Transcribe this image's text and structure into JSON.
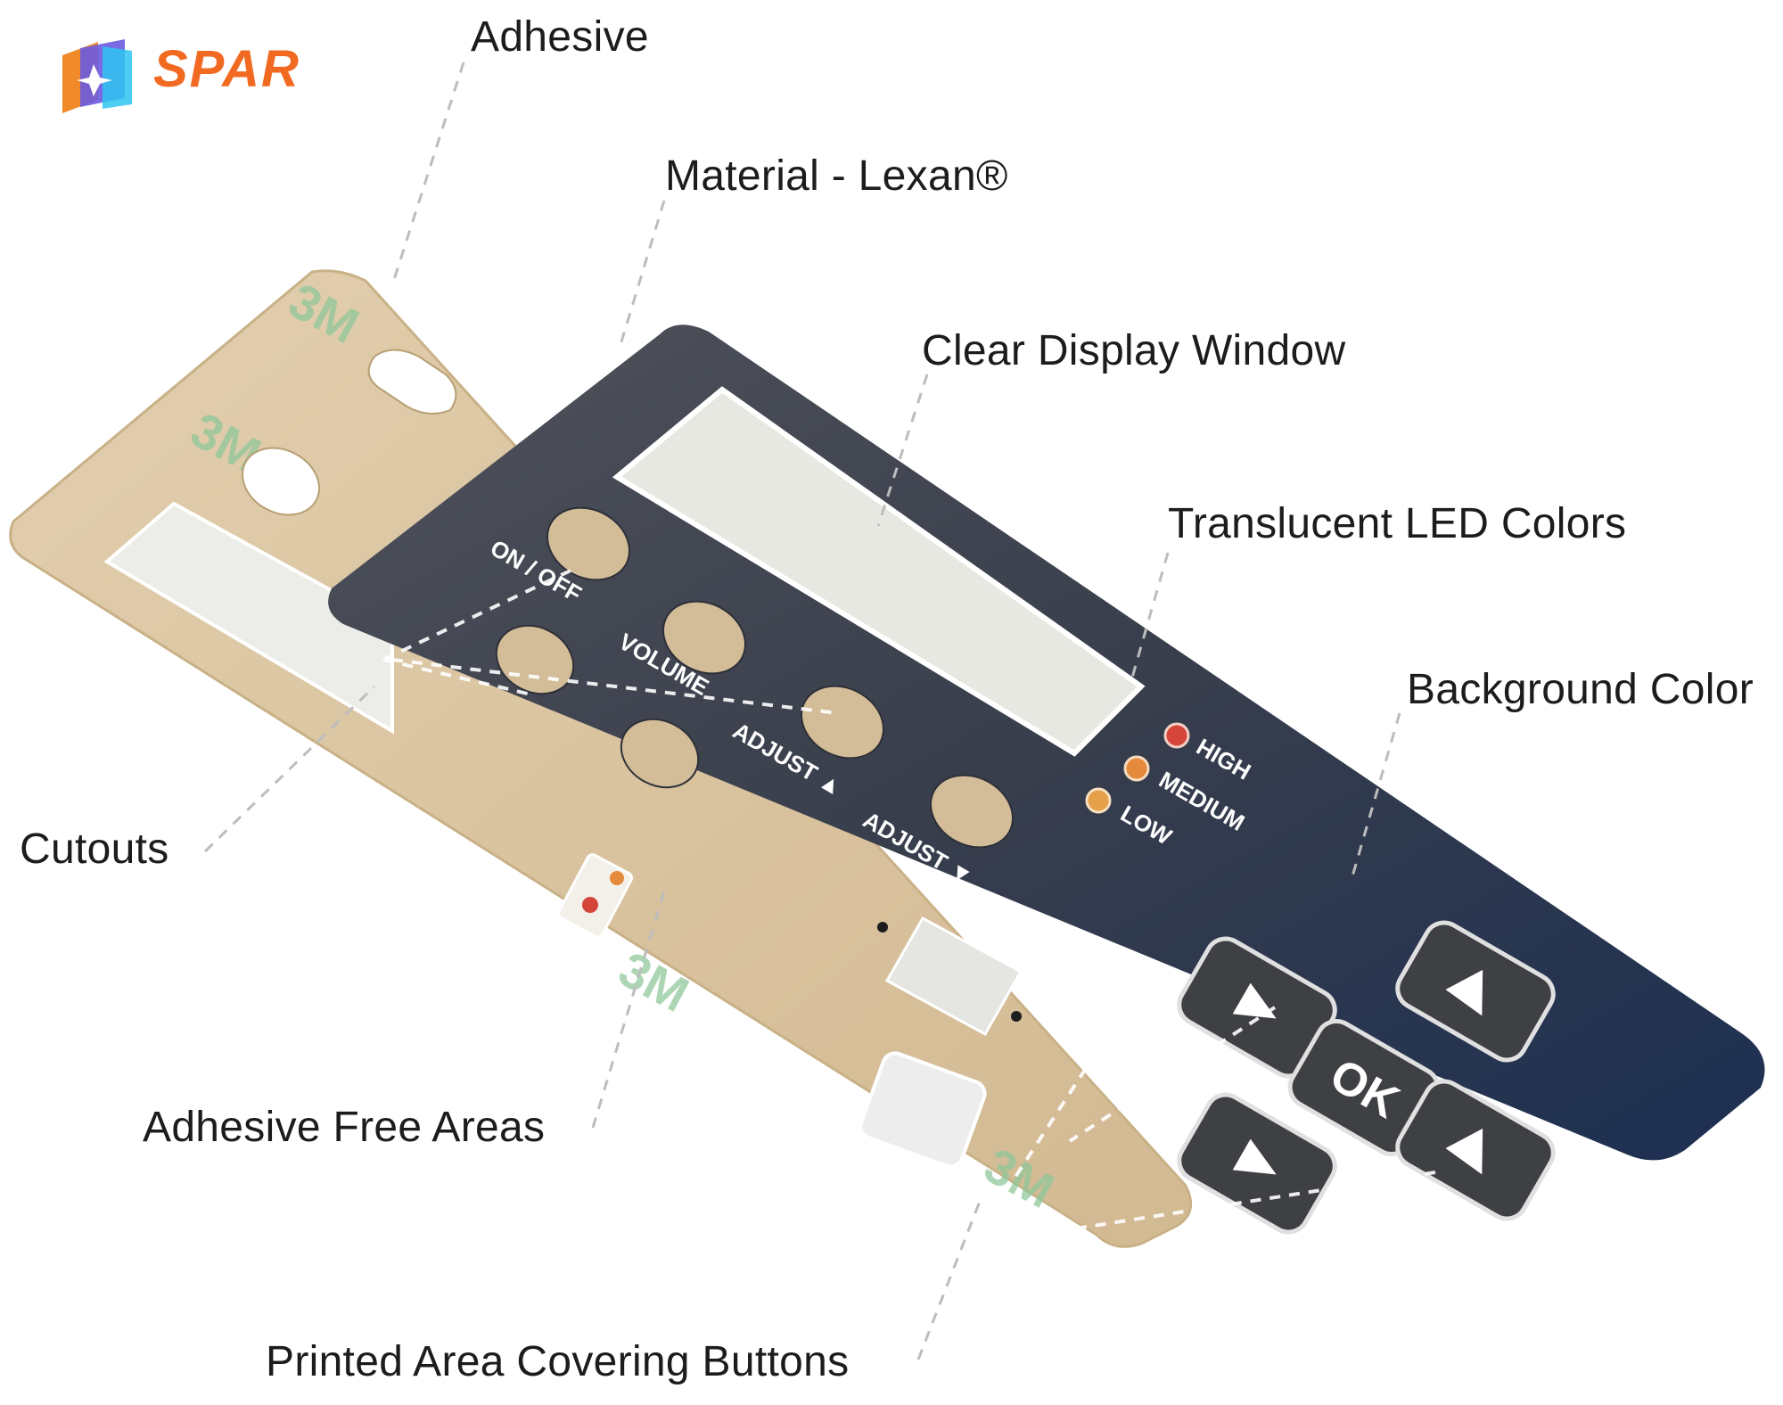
{
  "brand": {
    "name": "SPAR",
    "color": "#f26a21"
  },
  "callouts": {
    "adhesive": "Adhesive",
    "material": "Material - Lexan®",
    "clear_window": "Clear Display Window",
    "led_colors": "Translucent LED Colors",
    "background_color": "Background Color",
    "cutouts": "Cutouts",
    "adhesive_free": "Adhesive Free Areas",
    "printed_area": "Printed Area Covering Buttons"
  },
  "overlay_labels": {
    "on_off": "ON / OFF",
    "volume": "VOLUME",
    "adjust_up": "ADJUST ▲",
    "adjust_down": "ADJUST ▼",
    "high": "HIGH",
    "medium": "MEDIUM",
    "low": "LOW",
    "ok": "OK"
  },
  "adhesive_mark": "3M",
  "colors": {
    "adhesive_layer": "#d9c4a3",
    "adhesive_print": "#8fc79a",
    "overlay_top": "#4a4d55",
    "overlay_bottom": "#1f3153",
    "window": "#e8e8e3",
    "led_high": "#d6453a",
    "led_medium": "#e48a3a",
    "led_low": "#e6a04a",
    "button": "#3e4044"
  }
}
